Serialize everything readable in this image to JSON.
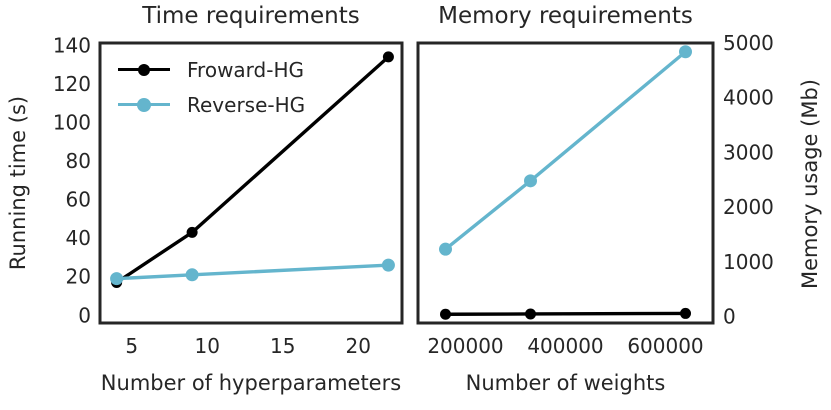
{
  "colors": {
    "background": "#ffffff",
    "frame": "#262626",
    "text": "#262626",
    "forward": "#000000",
    "reverse": "#64B5CD"
  },
  "legend": {
    "items": [
      {
        "label": "Froward-HG",
        "series_index": 0
      },
      {
        "label": "Reverse-HG",
        "series_index": 1
      }
    ]
  },
  "chart_data": [
    {
      "type": "line",
      "title": "Time requirements",
      "xlabel": "Number of hyperparameters",
      "ylabel": "Running time (s)",
      "x_ticks": [
        5,
        10,
        15,
        20
      ],
      "y_ticks": [
        0,
        20,
        40,
        60,
        80,
        100,
        120,
        140
      ],
      "xlim": [
        2.9,
        22.9
      ],
      "ylim": [
        -4,
        141.2
      ],
      "y_axis_side": "left",
      "grid": false,
      "legend_position": "upper-left",
      "series": [
        {
          "name": "Froward-HG",
          "color": "#000000",
          "x": [
            4,
            9,
            22
          ],
          "y": [
            17,
            43,
            134
          ]
        },
        {
          "name": "Reverse-HG",
          "color": "#64B5CD",
          "x": [
            4,
            9,
            22
          ],
          "y": [
            19,
            21,
            26
          ]
        }
      ]
    },
    {
      "type": "line",
      "title": "Memory requirements",
      "xlabel": "Number of weights",
      "ylabel": "Memory usage (Mb)",
      "x_ticks": [
        200000,
        400000,
        600000
      ],
      "y_ticks": [
        0,
        1000,
        2000,
        3000,
        4000,
        5000
      ],
      "xlim": [
        105000,
        695000
      ],
      "ylim": [
        -120,
        5000
      ],
      "y_axis_side": "right",
      "grid": false,
      "legend_position": "none",
      "series": [
        {
          "name": "Froward-HG",
          "color": "#000000",
          "x": [
            160000,
            330000,
            640000
          ],
          "y": [
            40,
            45,
            55
          ]
        },
        {
          "name": "Reverse-HG",
          "color": "#64B5CD",
          "x": [
            160000,
            330000,
            640000
          ],
          "y": [
            1230,
            2480,
            4840
          ]
        }
      ]
    }
  ]
}
